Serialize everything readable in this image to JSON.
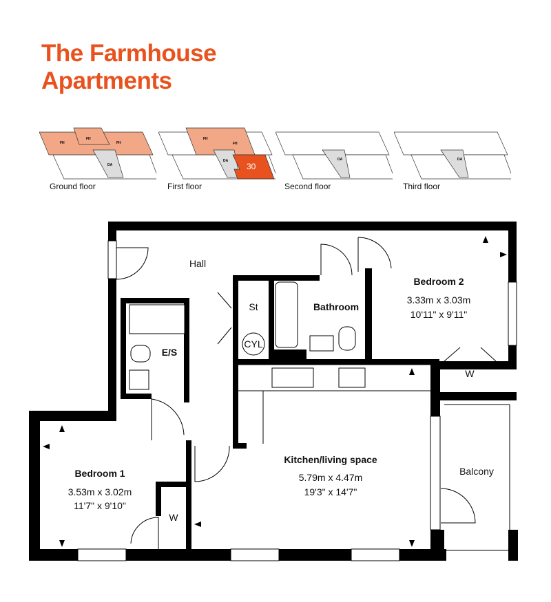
{
  "title": {
    "line1": "The Farmhouse",
    "line2": "Apartments"
  },
  "accent_color": "#E8521E",
  "key_plans": [
    {
      "label": "Ground floor",
      "units": [
        "FH",
        "FH",
        "FH"
      ],
      "core": "DA"
    },
    {
      "label": "First floor",
      "units": [
        "FH",
        "FH"
      ],
      "core": "DA",
      "highlight": "30"
    },
    {
      "label": "Second floor",
      "core": "DA"
    },
    {
      "label": "Third floor",
      "core": "DA"
    }
  ],
  "rooms": {
    "hall": "Hall",
    "store": "St",
    "cylinder": "CYL",
    "bathroom": "Bathroom",
    "bedroom2": {
      "name": "Bedroom 2",
      "metric": "3.33m x 3.03m",
      "imperial": "10'11\" x 9'11\""
    },
    "ensuite": "E/S",
    "wardrobe2": "W",
    "kitchen": {
      "name": "Kitchen/living space",
      "metric": "5.79m x 4.47m",
      "imperial": "19'3\" x 14'7\""
    },
    "balcony": "Balcony",
    "bedroom1": {
      "name": "Bedroom 1",
      "metric": "3.53m x 3.02m",
      "imperial": "11'7\" x 9'10\""
    },
    "wardrobe1": "W"
  }
}
